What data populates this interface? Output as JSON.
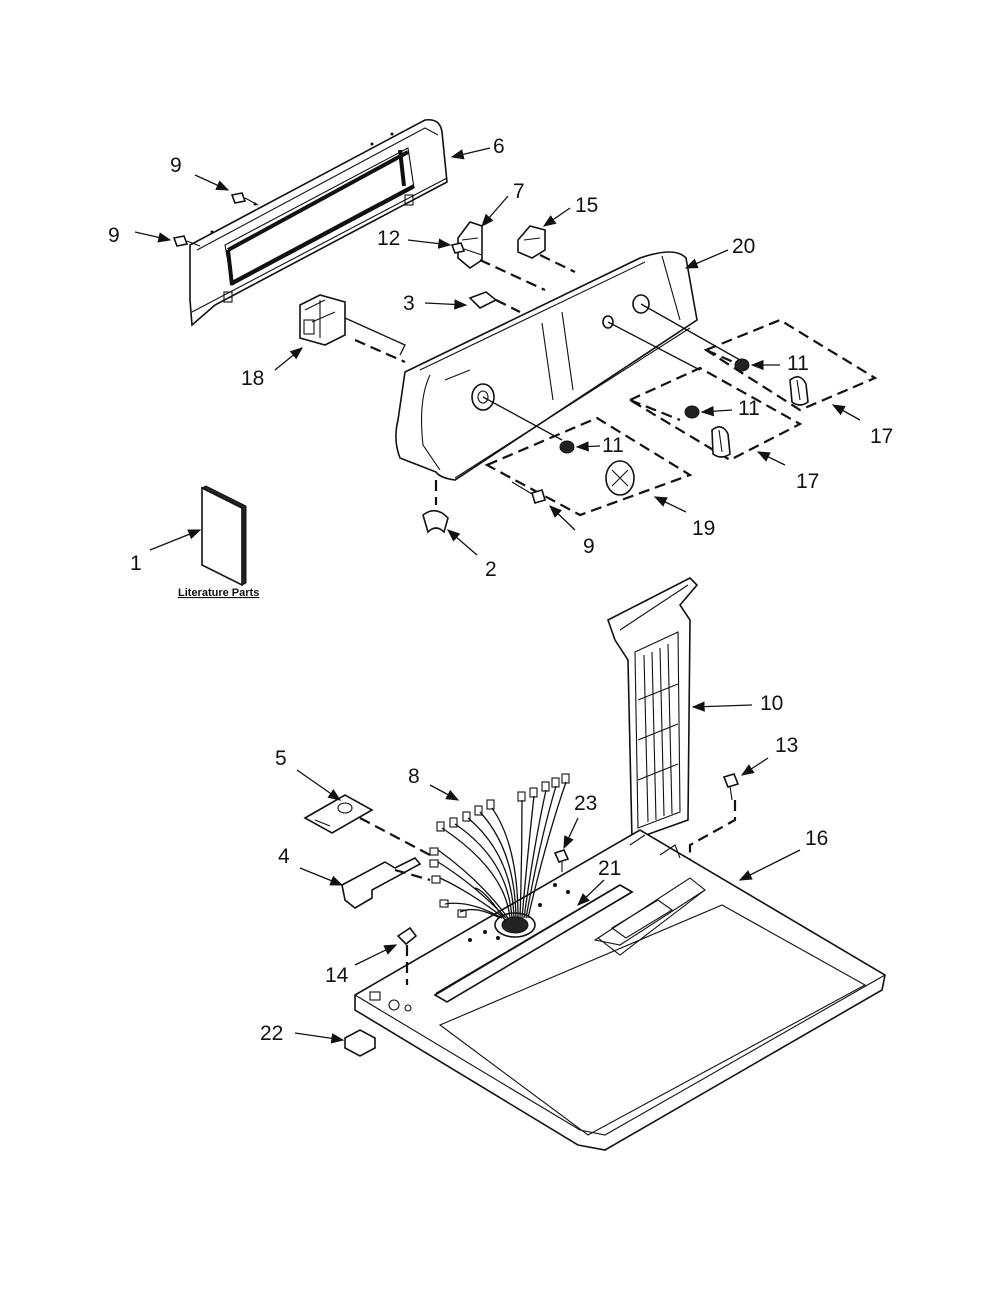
{
  "diagram": {
    "literature_label": "Literature Parts",
    "callouts": [
      {
        "id": "c1",
        "text": "1"
      },
      {
        "id": "c2",
        "text": "2"
      },
      {
        "id": "c3",
        "text": "3"
      },
      {
        "id": "c4",
        "text": "4"
      },
      {
        "id": "c5",
        "text": "5"
      },
      {
        "id": "c6",
        "text": "6"
      },
      {
        "id": "c7",
        "text": "7"
      },
      {
        "id": "c8",
        "text": "8"
      },
      {
        "id": "c9a",
        "text": "9"
      },
      {
        "id": "c9b",
        "text": "9"
      },
      {
        "id": "c9c",
        "text": "9"
      },
      {
        "id": "c10",
        "text": "10"
      },
      {
        "id": "c11a",
        "text": "11"
      },
      {
        "id": "c11b",
        "text": "11"
      },
      {
        "id": "c11c",
        "text": "11"
      },
      {
        "id": "c12",
        "text": "12"
      },
      {
        "id": "c13",
        "text": "13"
      },
      {
        "id": "c14",
        "text": "14"
      },
      {
        "id": "c15",
        "text": "15"
      },
      {
        "id": "c16",
        "text": "16"
      },
      {
        "id": "c17a",
        "text": "17"
      },
      {
        "id": "c17b",
        "text": "17"
      },
      {
        "id": "c18",
        "text": "18"
      },
      {
        "id": "c19",
        "text": "19"
      },
      {
        "id": "c20",
        "text": "20"
      },
      {
        "id": "c21",
        "text": "21"
      },
      {
        "id": "c22",
        "text": "22"
      },
      {
        "id": "c23",
        "text": "23"
      }
    ]
  }
}
